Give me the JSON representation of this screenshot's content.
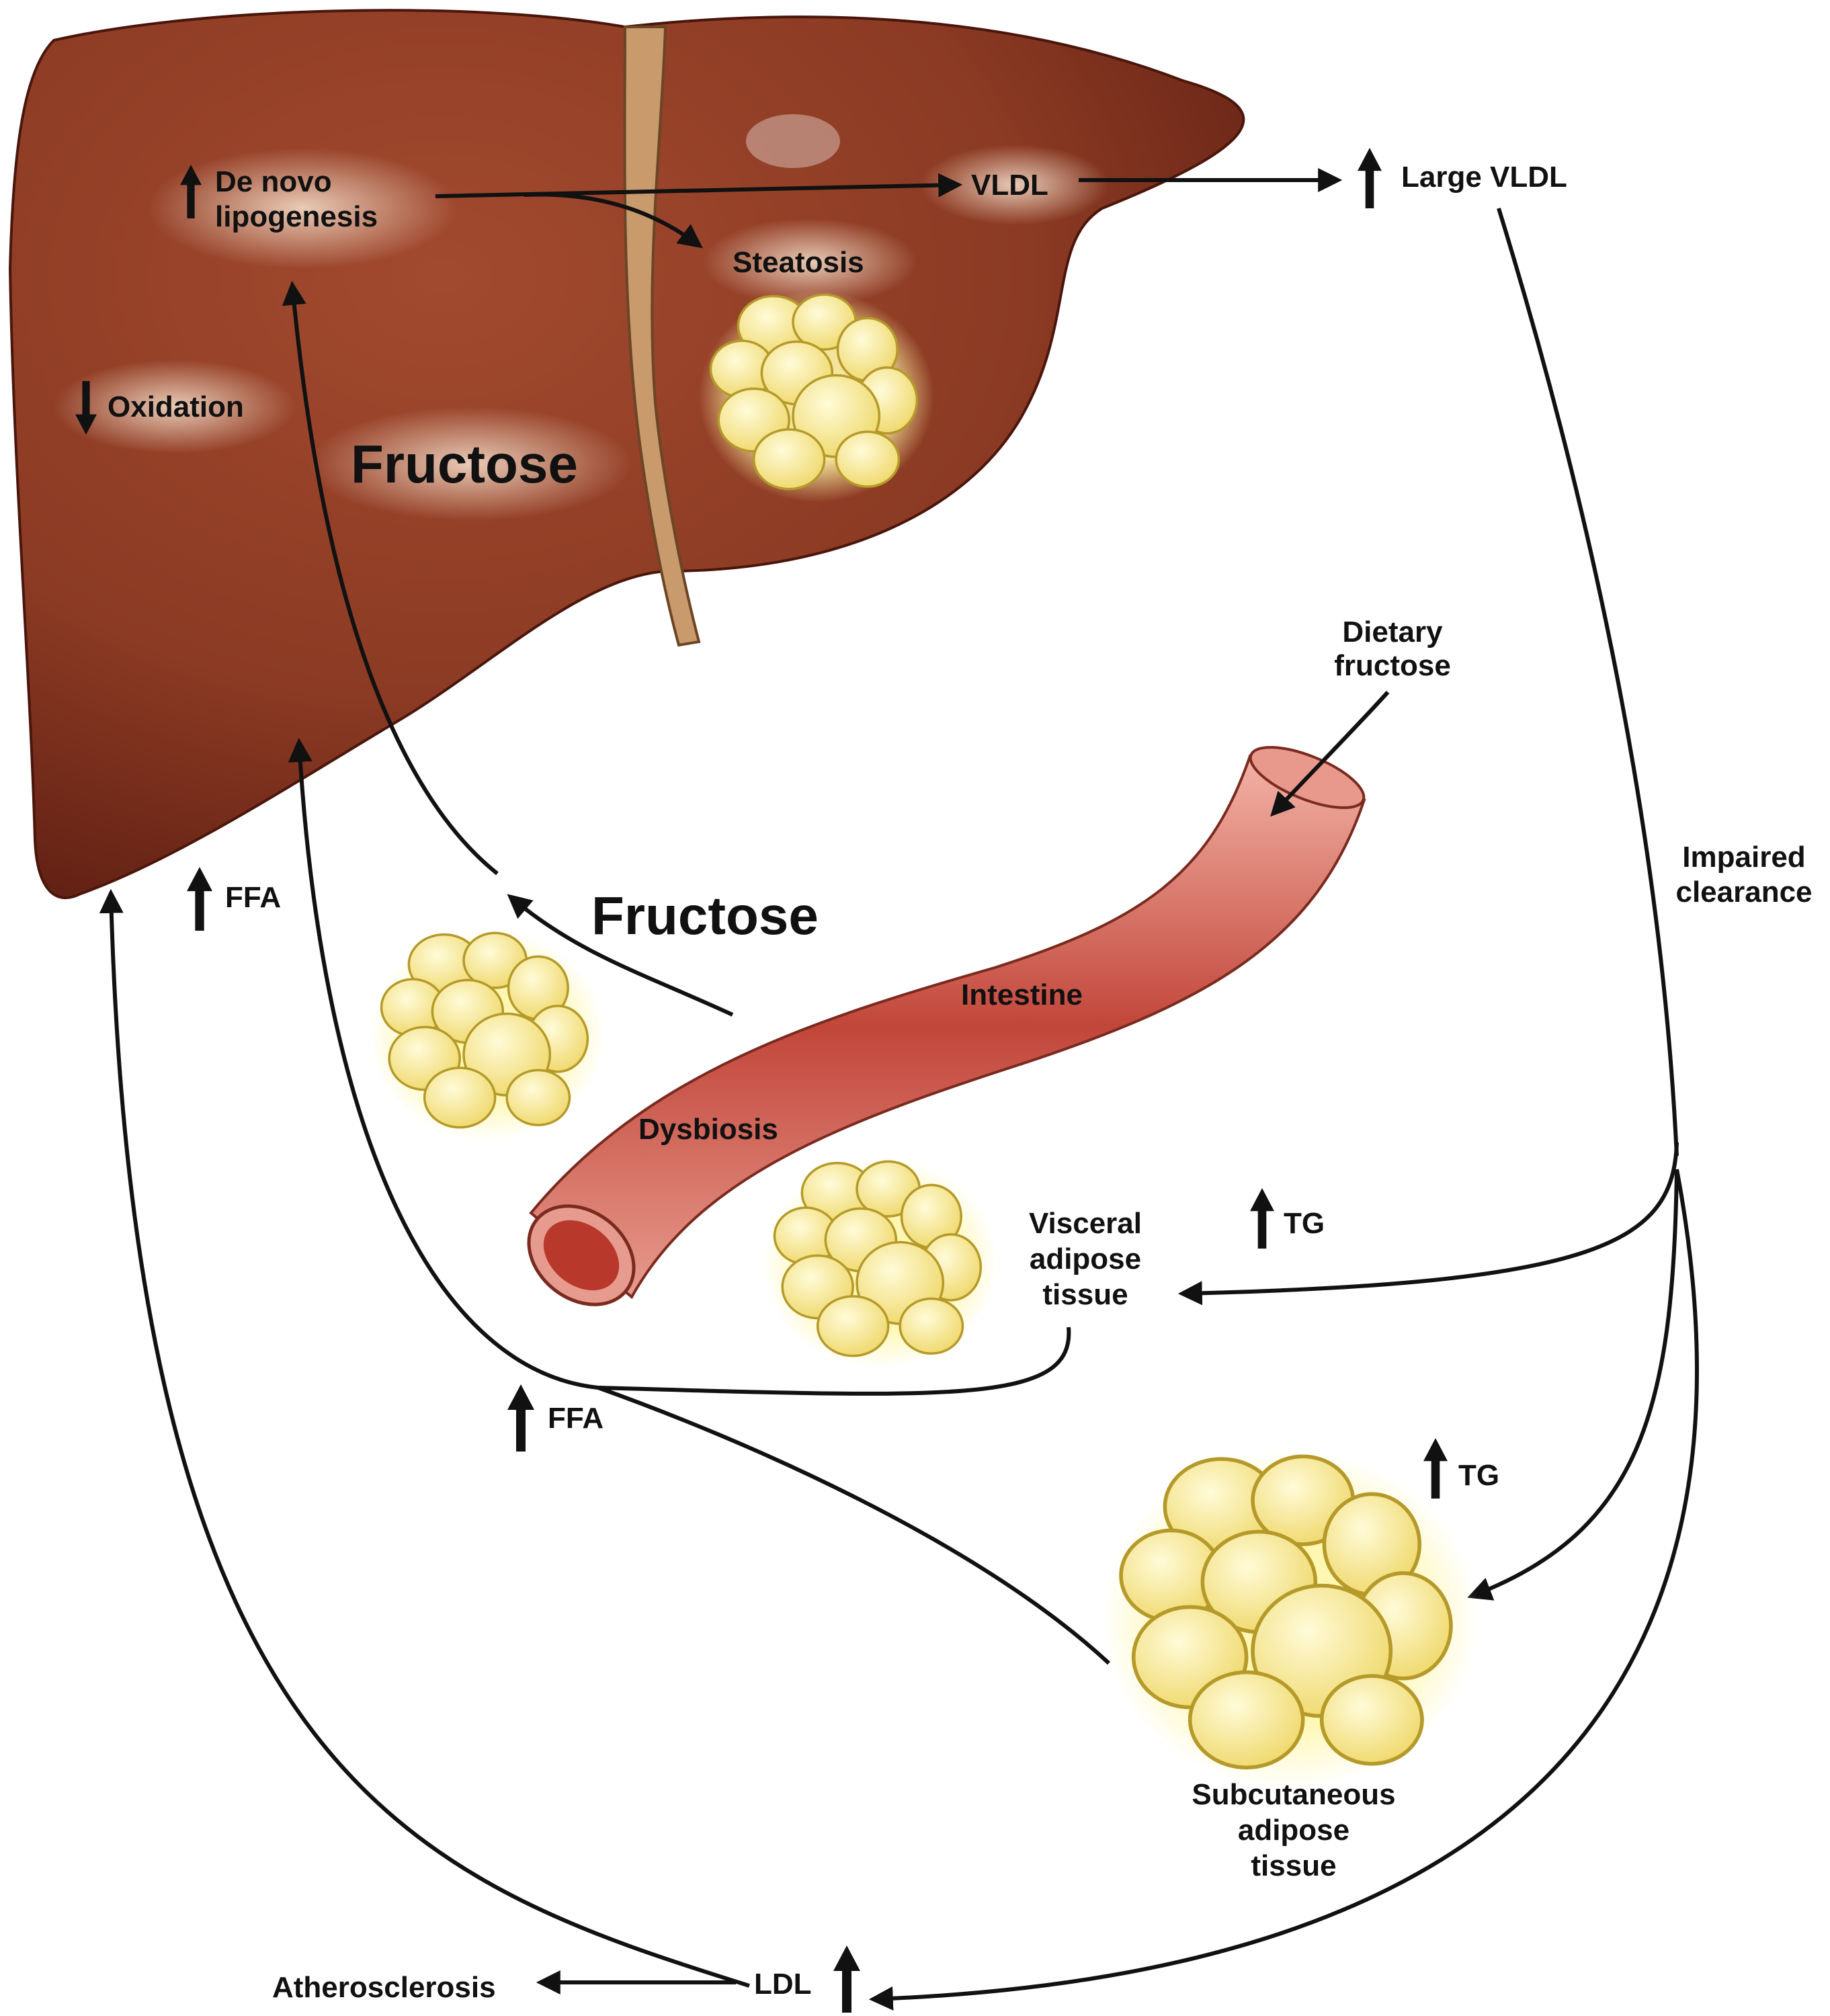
{
  "colors": {
    "liver": "#8b3a23",
    "liver_dark": "#5e1e12",
    "ligament": "#c99a6b",
    "intestine": "#d9776a",
    "intestine_core": "#b8382c",
    "fat": "#f6e98c",
    "fat_stroke": "#b59a2a",
    "ink": "#111111"
  },
  "labels": {
    "de_novo": [
      "De novo",
      "lipogenesis"
    ],
    "oxidation": "Oxidation",
    "fructose_liver": "Fructose",
    "steatosis": "Steatosis",
    "vldl": "VLDL",
    "large_vldl": "Large VLDL",
    "dietary_fructose": [
      "Dietary",
      "fructose"
    ],
    "impaired_clearance": [
      "Impaired",
      "clearance"
    ],
    "ffa_top": "FFA",
    "fructose_gut": "Fructose",
    "intestine": "Intestine",
    "dysbiosis": "Dysbiosis",
    "visceral": [
      "Visceral",
      "adipose",
      "tissue"
    ],
    "tg_visceral": "TG",
    "ffa_mid": "FFA",
    "tg_subcut": "TG",
    "subcutaneous": [
      "Subcutaneous",
      "adipose",
      "tissue"
    ],
    "ldl": "LDL",
    "atherosclerosis": "Atherosclerosis"
  },
  "icons": {
    "increase": "up-arrow-icon",
    "decrease": "down-arrow-icon",
    "fat_cluster": "adipocyte-cluster-icon"
  }
}
